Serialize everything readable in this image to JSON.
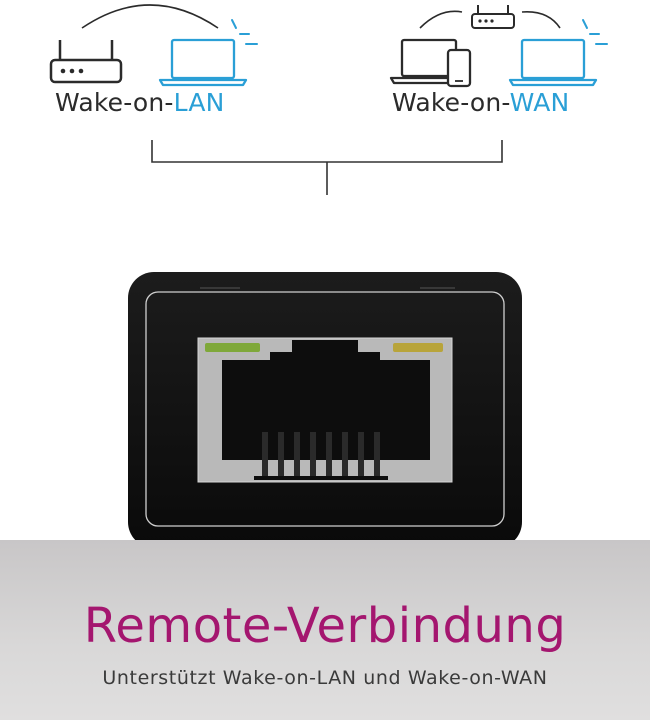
{
  "diagram": {
    "lan": {
      "prefix": "Wake-on-",
      "highlight": "LAN"
    },
    "wan": {
      "prefix": "Wake-on-",
      "highlight": "WAN"
    },
    "colors": {
      "highlight": "#2a9fd6",
      "icon_dark": "#2b2b2b",
      "icon_blue": "#2a9fd6"
    },
    "icons": [
      "router-icon",
      "laptop-icon",
      "smartphone-icon",
      "signal-waves-icon"
    ]
  },
  "device": {
    "name": "RJ45 ethernet port",
    "led_colors": [
      "#7fa83a",
      "#b8a43a"
    ]
  },
  "bottom": {
    "headline": "Remote-Verbindung",
    "subline": "Unterstützt Wake-on-LAN und Wake-on-WAN",
    "headline_color": "#a4166f"
  }
}
